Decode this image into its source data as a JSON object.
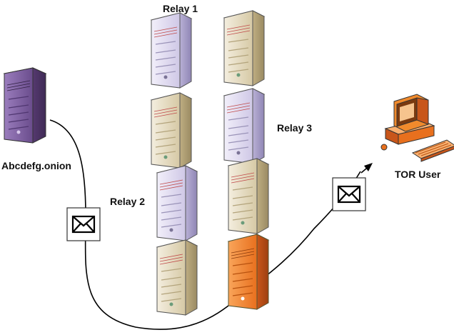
{
  "labels": {
    "relay1": "Relay 1",
    "relay2": "Relay 2",
    "relay3": "Relay 3",
    "onion_service": "Abcdefg.onion",
    "tor_user": "TOR User"
  },
  "icons": {
    "server": "server-tower-icon",
    "envelope": "envelope-icon",
    "computer": "desktop-computer-icon"
  },
  "colors": {
    "onion_server": "#7b5a9e",
    "relay_lavender": "#d9d3ea",
    "relay_tan": "#e2d8bf",
    "active_relay": "#e8701e",
    "user_computer": "#f08a2c",
    "connector": "#000000"
  }
}
